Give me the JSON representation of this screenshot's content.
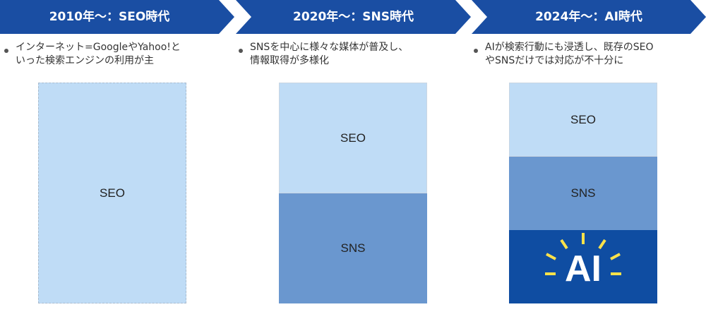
{
  "colors": {
    "header_blue": "#1a4ea3",
    "seo_light_blue": "#bfdcf6",
    "sns_mid_blue": "#6a97cf",
    "ai_dark_blue": "#0f4da2",
    "ai_rays_yellow": "#ffe24a"
  },
  "eras": [
    {
      "header": "2010年～：SEO時代",
      "bullet_line1": "インターネット=GoogleやYahoo!と",
      "bullet_line2": "いった検索エンジンの利用が主",
      "blocks": [
        "SEO"
      ]
    },
    {
      "header": "2020年～：SNS時代",
      "bullet_line1": "SNSを中心に様々な媒体が普及し、",
      "bullet_line2": "情報取得が多様化",
      "blocks": [
        "SEO",
        "SNS"
      ]
    },
    {
      "header": "2024年～：AI時代",
      "bullet_line1": "AIが検索行動にも浸透し、既存のSEO",
      "bullet_line2": "やSNSだけでは対応が不十分に",
      "blocks": [
        "SEO",
        "SNS",
        "AI"
      ]
    }
  ]
}
